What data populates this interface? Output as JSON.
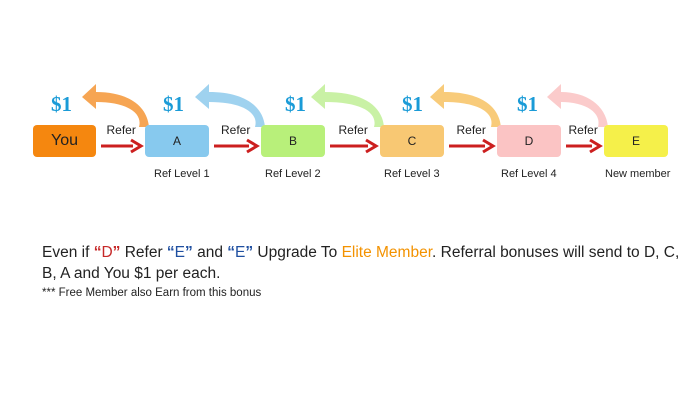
{
  "chain": {
    "nodes": [
      {
        "label": "You",
        "color": "#f5870f",
        "level": ""
      },
      {
        "label": "A",
        "color": "#87c9ee",
        "level": "Ref Level 1"
      },
      {
        "label": "B",
        "color": "#b8f07a",
        "level": "Ref Level 2"
      },
      {
        "label": "C",
        "color": "#f8c873",
        "level": "Ref Level 3"
      },
      {
        "label": "D",
        "color": "#fbc4c4",
        "level": "Ref Level 4"
      },
      {
        "label": "E",
        "color": "#f5f04a",
        "level": "New member"
      }
    ],
    "refer_label": "Refer",
    "bonus_label": "$1",
    "bonus_arrow_colors": [
      "#f5a04a",
      "#9ad0ee",
      "#c6f0a0",
      "#f8c873",
      "#fbc8c8"
    ],
    "refer_arrow_color": "#cc1f1f"
  },
  "message": {
    "part1": "Even if ",
    "q_open": "“",
    "q_close": "”",
    "d": "D",
    "part2": " Refer ",
    "e1": "E",
    "part3": " and ",
    "e2": "E",
    "part4": " Upgrade To ",
    "elite": "Elite Member",
    "part5": ". Referral bonuses will send to D, C, B, A and You  $1 per each."
  },
  "note": "*** Free Member also Earn from this bonus"
}
